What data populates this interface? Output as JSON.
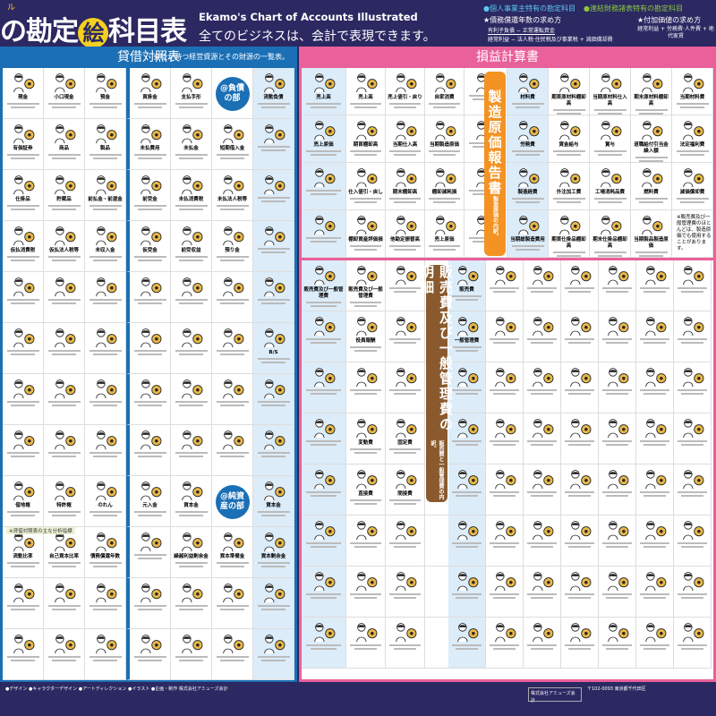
{
  "header": {
    "ruby": "ル",
    "title_a": "の勘定",
    "title_circle": "絵",
    "title_b": "科目表",
    "title_en": "Ekamo's Chart of Accounts Illustrated",
    "tagline": "全てのビジネスは、会計で表現できます。",
    "legend": [
      {
        "text": "●個人事業主特有の勘定科目",
        "color": "#5bc8f0"
      },
      {
        "text": "●連結財務諸表特有の勘定科目",
        "color": "#8cc63f"
      }
    ],
    "debt_years_title": "★債務償還年数の求め方",
    "debt_years_numer": "有利子負債 − 正常運転資金",
    "debt_years_denom": "経常利益 − 法人税·住民税及び事業税 + 減価償却費",
    "value_added_title": "★付加価値の求め方",
    "value_added_formula": "経常利益 + 労務費·人件費 + 地代家賃"
  },
  "balance_sheet": {
    "title": "貸借対照表",
    "subtitle": "会社が持つ経営資源とその財源の一覧表。",
    "badge_liabilities": "負債の部",
    "badge_equity": "純資産の部",
    "rows": [
      [
        "現金",
        "小口現金",
        "預金",
        "買掛金",
        "支払手形",
        "@負債の部",
        "流動負債"
      ],
      [
        "有価証券",
        "商品",
        "製品",
        "未払費用",
        "未払金",
        "短期借入金",
        ""
      ],
      [
        "仕掛品",
        "貯蔵品",
        "前払金・前渡金",
        "前受金",
        "未払消費税",
        "未払法人税等",
        ""
      ],
      [
        "仮払消費税",
        "仮払法人税等",
        "未収入金",
        "仮受金",
        "前受収益",
        "預り金",
        ""
      ],
      [
        "",
        "",
        "",
        "",
        "",
        "",
        ""
      ],
      [
        "",
        "",
        "",
        "",
        "",
        "",
        "B/S"
      ],
      [
        "",
        "",
        "",
        "",
        "",
        "",
        ""
      ],
      [
        "",
        "",
        "",
        "",
        "",
        "",
        ""
      ],
      [
        "借地権",
        "特許権",
        "のれん",
        "元入金",
        "資本金",
        "@純資産の部",
        "資本金"
      ],
      [
        "流動比率",
        "自己資本比率",
        "債務償還年数",
        "",
        "繰越利益剰余金",
        "資本準備金",
        "資本剰余金"
      ],
      [
        "",
        "",
        "",
        "",
        "",
        "",
        ""
      ],
      [
        "",
        "",
        "",
        "",
        "",
        "",
        ""
      ]
    ],
    "analysis_note": "※貸借対照表の主な分析指標"
  },
  "income_statement": {
    "title": "損益計算書",
    "manufacturing_box": "製造原価報告書",
    "manufacturing_sub": "製造原価の内訳。",
    "sga_box": "販売費及び一般管理費の明細",
    "sga_sub": "販売費と一般管理費の内訳。",
    "top_rows": [
      [
        "売上高",
        "売上高",
        "売上値引・戻り",
        "自家消費",
        "",
        "材料費",
        "期首原材料棚卸高",
        "当期原材料仕入高",
        "期末原材料棚卸高",
        "当期材料費"
      ],
      [
        "売上原価",
        "期首棚卸高",
        "当期仕入高",
        "当期製造原価",
        "",
        "労務費",
        "賃金給与",
        "賞与",
        "退職給付引当金繰入額",
        "法定福利費"
      ],
      [
        "",
        "仕入値引・戻し",
        "期末棚卸高",
        "棚卸減耗損",
        "",
        "製造経費",
        "外注加工費",
        "工場消耗品費",
        "燃料費",
        "減価償却費"
      ],
      [
        "",
        "棚卸資産評価損",
        "他勘定振替高",
        "売上原価",
        "",
        "当期総製造費用",
        "期首仕掛品棚卸高",
        "期末仕掛品棚卸高",
        "当期製品製造原価",
        ""
      ]
    ],
    "bottom_rows": [
      [
        "販売費及び一般管理費",
        "販売費及び一般管理費",
        "",
        "販売費",
        "",
        "",
        "",
        "",
        "",
        ""
      ],
      [
        "",
        "役員報酬",
        "",
        "一般管理費",
        "",
        "",
        "",
        "",
        "",
        ""
      ],
      [
        "",
        "",
        "",
        "",
        "",
        "",
        "",
        "",
        "",
        ""
      ],
      [
        "",
        "変動費",
        "固定費",
        "",
        "",
        "",
        "",
        "",
        "",
        ""
      ],
      [
        "",
        "直接費",
        "間接費",
        "",
        "",
        "",
        "",
        "",
        "",
        ""
      ],
      [
        "",
        "",
        "",
        "",
        "",
        "",
        "",
        "",
        "",
        ""
      ],
      [
        "",
        "",
        "",
        "",
        "",
        "",
        "",
        "",
        "",
        ""
      ],
      [
        "",
        "",
        "",
        "",
        "",
        "",
        "",
        "",
        "",
        ""
      ]
    ],
    "note": "※販売費及び一般管理費のほとんどは、製造原価でも使用することがあります。"
  },
  "footer": {
    "credits": "●デザイン ●キャラクターデザイン ●アートディレクション ●イラスト ●企画・制作 株式会社アミューズ会計",
    "publisher": "株式会社アミューズ会計",
    "address": "〒102-0093 東京都千代田区"
  },
  "colors": {
    "background": "#2b2862",
    "balance_sheet": "#1b6fb5",
    "income_statement": "#e9609a",
    "manufacturing": "#f39323",
    "sga": "#8a5a2e"
  }
}
